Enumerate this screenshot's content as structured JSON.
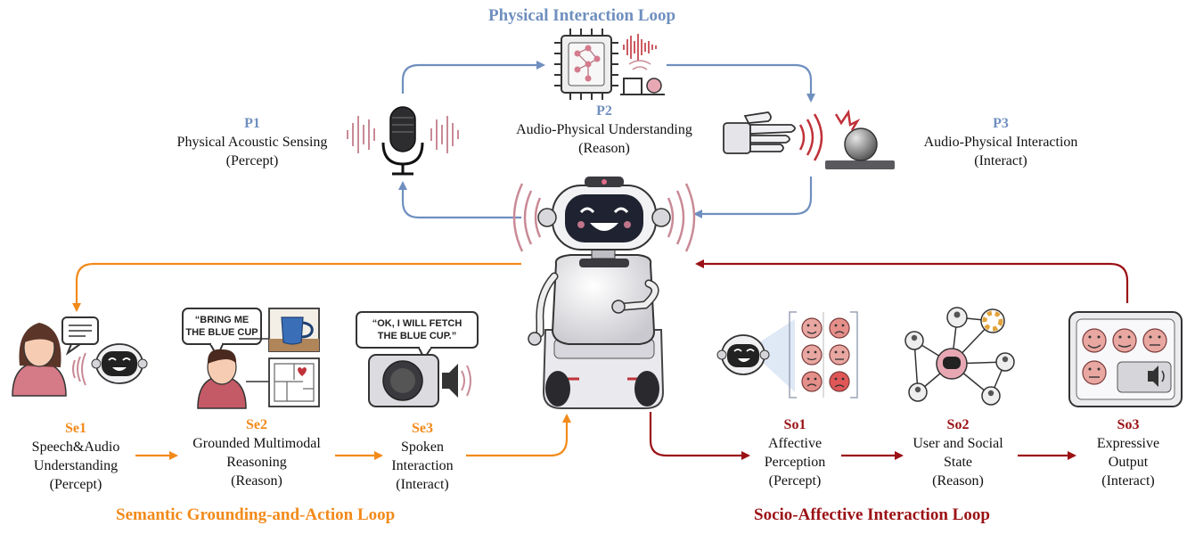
{
  "loops": {
    "physical": {
      "title": "Physical Interaction Loop",
      "color": "#6f8fbf"
    },
    "semantic": {
      "title": "Semantic Grounding-and-Action Loop",
      "color": "#f28a1a"
    },
    "socio": {
      "title": "Socio-Affective Interaction Loop",
      "color": "#9b1115"
    }
  },
  "stages": {
    "p1": {
      "code": "P1",
      "line1": "Physical Acoustic Sensing",
      "line2": "(Percept)"
    },
    "p2": {
      "code": "P2",
      "line1": "Audio-Physical Understanding",
      "line2": "(Reason)"
    },
    "p3": {
      "code": "P3",
      "line1": "Audio-Physical Interaction",
      "line2": "(Interact)"
    },
    "se1": {
      "code": "Se1",
      "line1": "Speech&Audio",
      "line2": "Understanding",
      "line3": "(Percept)"
    },
    "se2": {
      "code": "Se2",
      "line1": "Grounded Multimodal",
      "line2": "Reasoning",
      "line3": "(Reason)"
    },
    "se3": {
      "code": "Se3",
      "line1": "Spoken",
      "line2": "Interaction",
      "line3": "(Interact)"
    },
    "so1": {
      "code": "So1",
      "line1": "Affective",
      "line2": "Perception",
      "line3": "(Percept)"
    },
    "so2": {
      "code": "So2",
      "line1": "User and Social",
      "line2": "State",
      "line3": "(Reason)"
    },
    "so3": {
      "code": "So3",
      "line1": "Expressive",
      "line2": "Output",
      "line3": "(Interact)"
    }
  },
  "speech_bubbles": {
    "request_line1": "“BRING ME",
    "request_line2": "THE BLUE CUP",
    "reply_line1": "“OK, I WILL FETCH",
    "reply_line2": "THE BLUE CUP.”"
  },
  "icons": [
    "robot-icon",
    "microphone-icon",
    "chip-icon",
    "robot-hand-icon",
    "ball-icon",
    "user-icon",
    "speaker-icon",
    "cup-icon",
    "map-icon",
    "emotion-faces-icon",
    "social-graph-icon",
    "emotion-screen-icon"
  ]
}
